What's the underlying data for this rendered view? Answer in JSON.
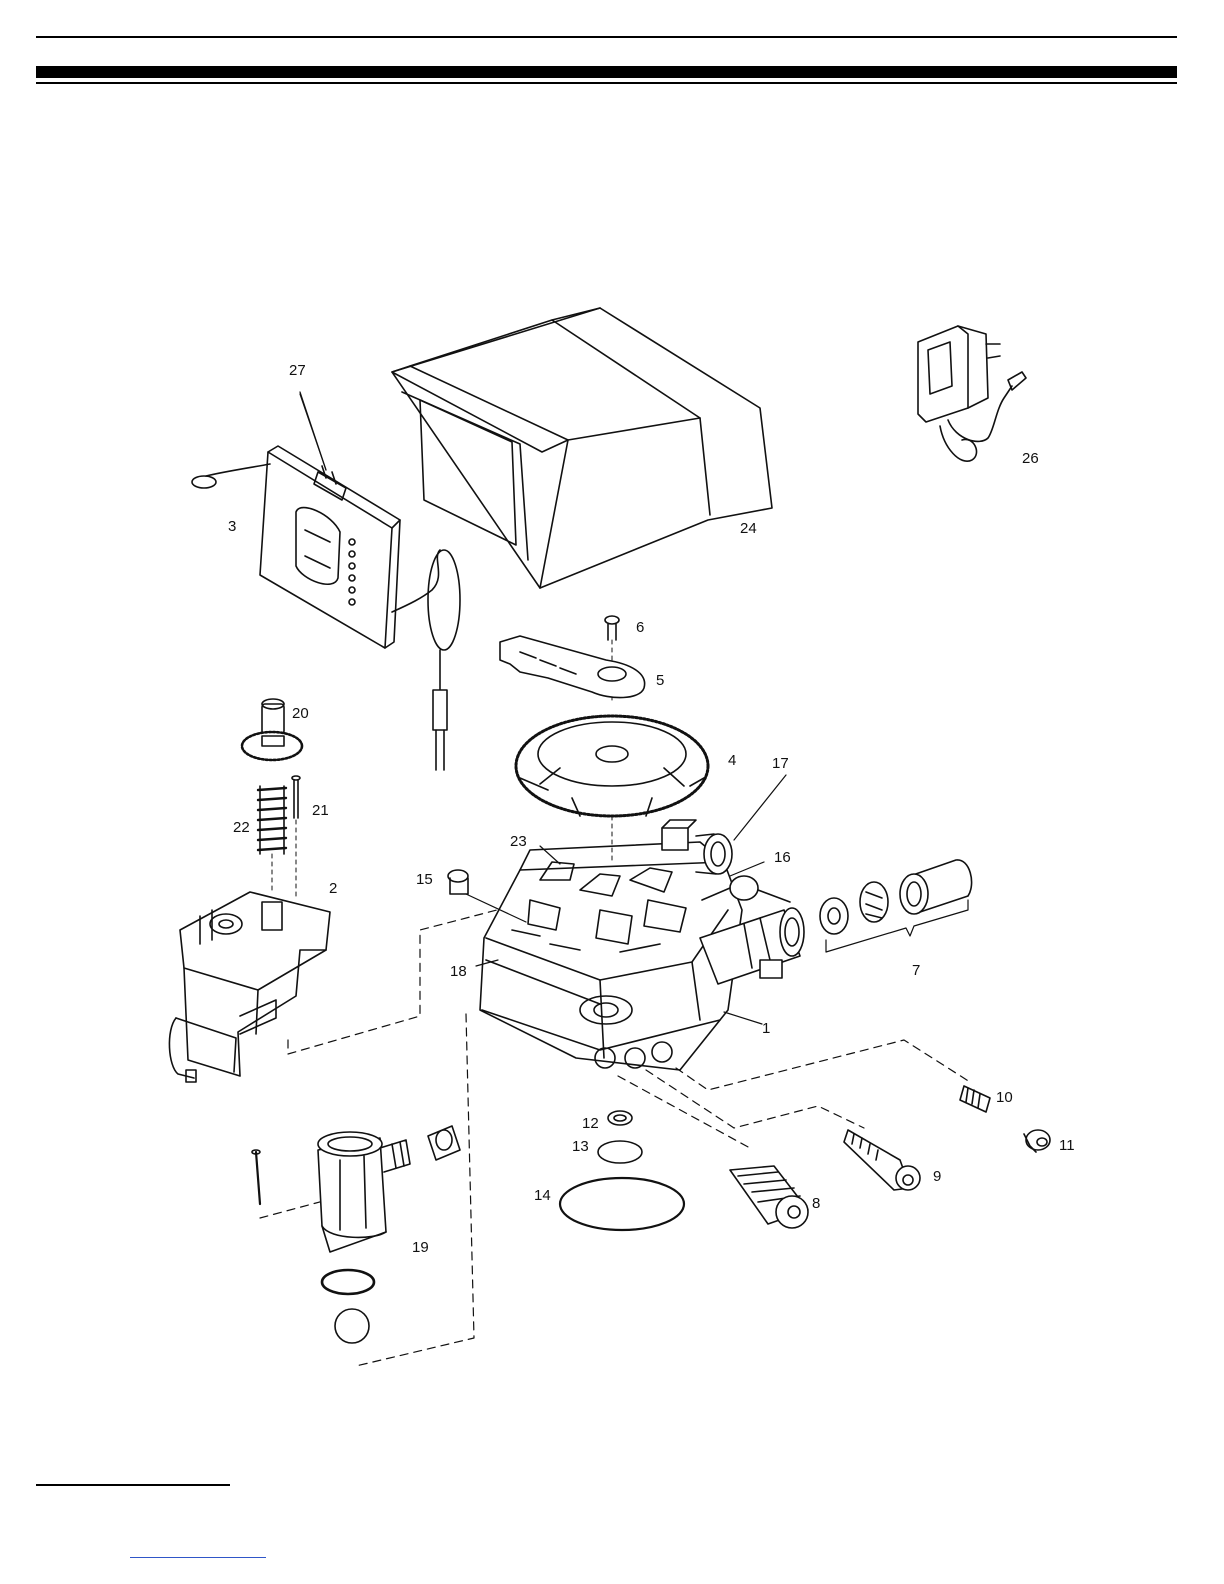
{
  "callouts": [
    "1",
    "2",
    "3",
    "4",
    "5",
    "6",
    "7",
    "8",
    "9",
    "10",
    "11",
    "12",
    "13",
    "14",
    "15",
    "16",
    "17",
    "18",
    "19",
    "20",
    "21",
    "22",
    "23",
    "24",
    "26",
    "27"
  ],
  "colors": {
    "ink": "#111111",
    "paper": "#ffffff",
    "link": "#2f56c8"
  }
}
